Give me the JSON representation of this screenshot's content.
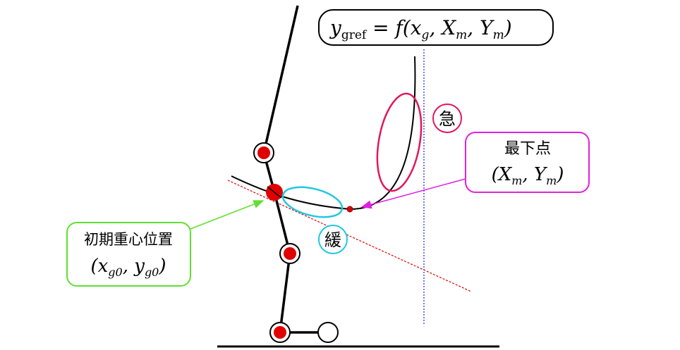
{
  "formula_box": {
    "y": "y",
    "gref": "gref",
    "rest": " = f(x",
    "g": "g",
    "sep1": ", X",
    "m1": "m",
    "sep2": ", Y",
    "m2": "m",
    "close": ")"
  },
  "label_steep": "急",
  "label_gentle": "緩",
  "min_point_box": {
    "title": "最下点",
    "open": "(X",
    "m1": "m",
    "sep": ", Y",
    "m2": "m",
    "close": ")"
  },
  "initial_cog_box": {
    "title": "初期重心位置",
    "open": "(x",
    "g0a": "g0",
    "sep": ", y",
    "g0b": "g0",
    "close": ")"
  },
  "colors": {
    "joint_red": "#e00000",
    "steep": "#e0185a",
    "gentle": "#20c8e0",
    "min_arrow": "#e020e0",
    "init_arrow": "#60e030",
    "dotted_red": "#e00000",
    "dotted_blue": "#2020e0"
  }
}
